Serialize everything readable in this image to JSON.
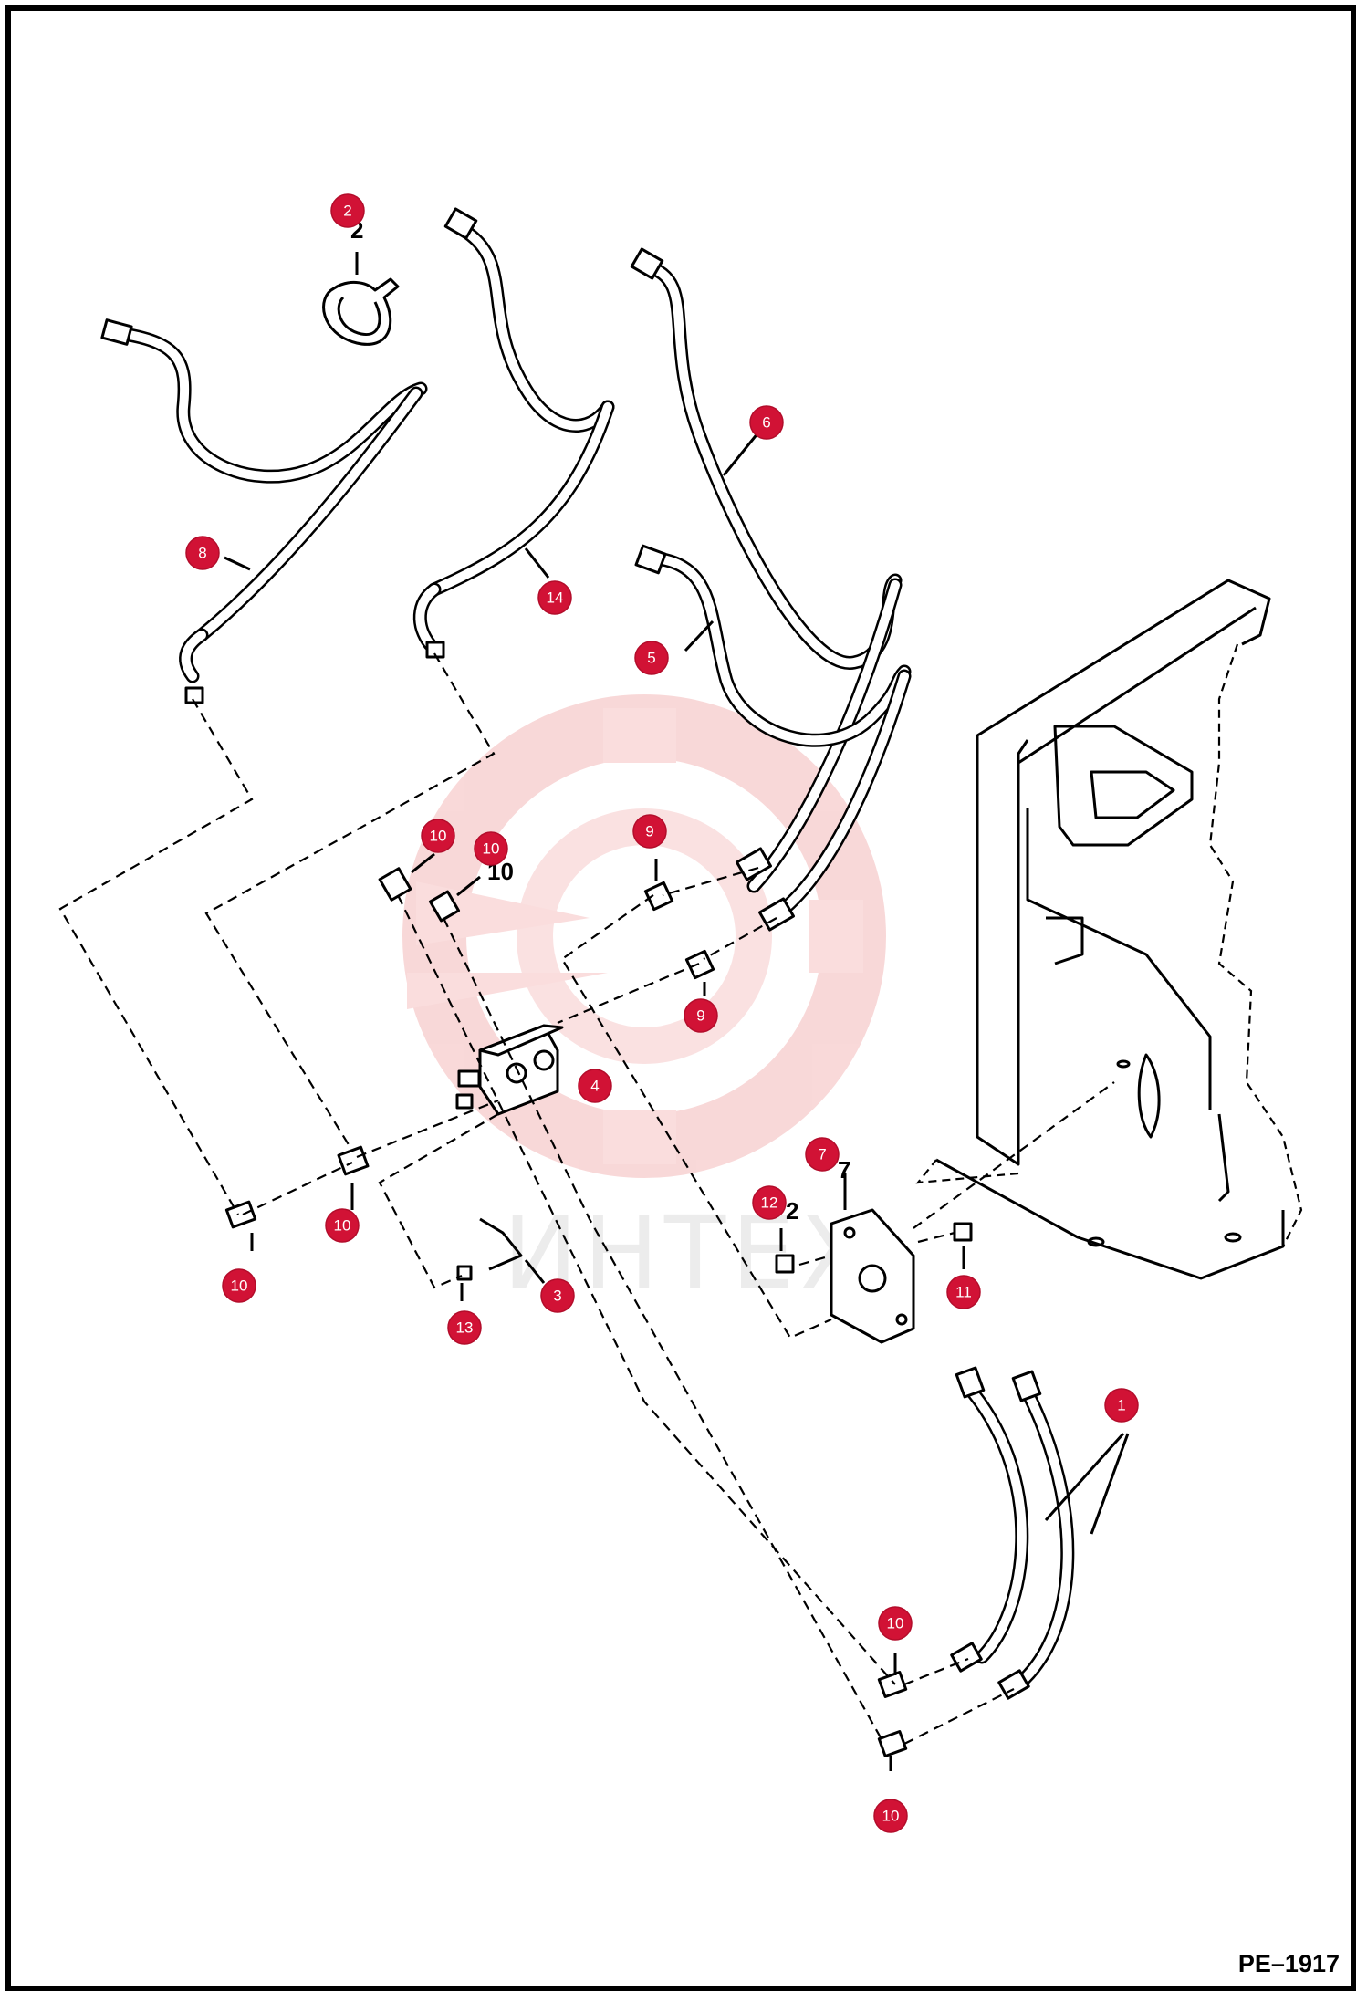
{
  "diagram": {
    "figure_code": "PE–1917",
    "watermark": "ИНТЕХ",
    "callouts": [
      {
        "id": "c2",
        "label": "2"
      },
      {
        "id": "c6",
        "label": "6"
      },
      {
        "id": "c8",
        "label": "8"
      },
      {
        "id": "c14",
        "label": "14"
      },
      {
        "id": "c5",
        "label": "5"
      },
      {
        "id": "c9a",
        "label": "9"
      },
      {
        "id": "c10a",
        "label": "10"
      },
      {
        "id": "c10b",
        "label": "10"
      },
      {
        "id": "c9b",
        "label": "9"
      },
      {
        "id": "c4",
        "label": "4"
      },
      {
        "id": "c7",
        "label": "7"
      },
      {
        "id": "c12",
        "label": "12"
      },
      {
        "id": "c10c",
        "label": "10"
      },
      {
        "id": "c10d",
        "label": "10"
      },
      {
        "id": "c3",
        "label": "3"
      },
      {
        "id": "c13",
        "label": "13"
      },
      {
        "id": "c11",
        "label": "11"
      },
      {
        "id": "c1",
        "label": "1"
      },
      {
        "id": "c10e",
        "label": "10"
      },
      {
        "id": "c10f",
        "label": "10"
      }
    ],
    "printed_numbers": {
      "n2": "2",
      "n10a": "10",
      "n7": "7",
      "n2b": "2"
    }
  }
}
